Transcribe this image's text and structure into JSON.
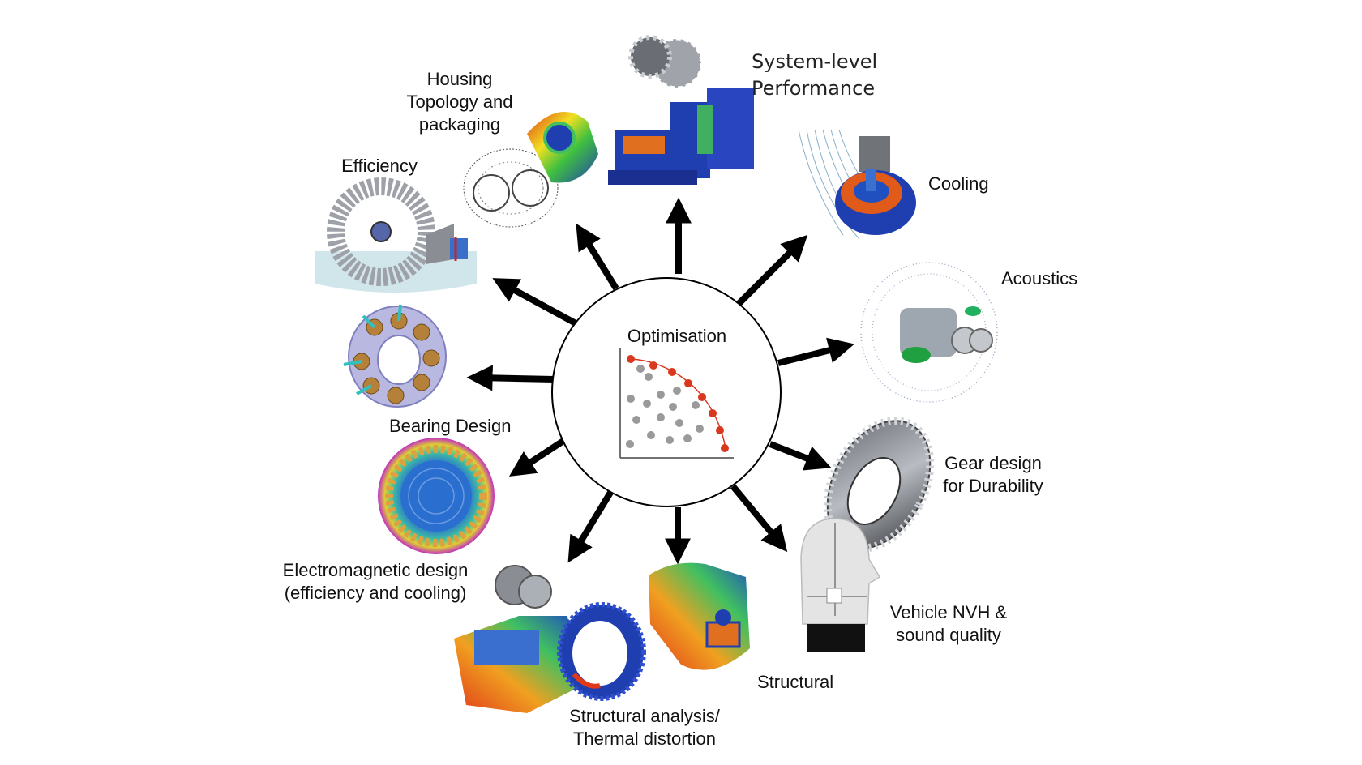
{
  "center": {
    "title": "Optimisation"
  },
  "labels": {
    "housing": [
      "Housing",
      "Topology and",
      "packaging"
    ],
    "system": [
      "System-level",
      "Performance"
    ],
    "efficiency": [
      "Efficiency"
    ],
    "cooling": [
      "Cooling"
    ],
    "acoustics": [
      "Acoustics"
    ],
    "bearing": [
      "Bearing Design"
    ],
    "gear": [
      "Gear design",
      "for Durability"
    ],
    "electromagnetic": [
      "Electromagnetic design",
      "(efficiency and cooling)"
    ],
    "nvh": [
      "Vehicle NVH &",
      "sound quality"
    ],
    "structural": [
      "Structural"
    ],
    "thermal": [
      "Structural analysis/",
      "Thermal distortion"
    ]
  },
  "colors": {
    "pareto": "#d9381e",
    "points": "#9a9a9a",
    "arrow": "#000000",
    "fe_blue": "#1f3fb0",
    "fe_red": "#e03a1a",
    "fe_green": "#40c040",
    "fe_yellow": "#f0e020",
    "steel": "#9ea2a8",
    "bronze": "#b5803a"
  },
  "icons": {
    "housing": "housing-topology-fe-image",
    "system": "drivetrain-system-image",
    "efficiency": "bevel-gear-efficiency-image",
    "cooling": "motor-cooling-streamlines-image",
    "acoustics": "gearbox-acoustics-image",
    "bearing": "ball-bearing-image",
    "gear": "spiral-bevel-gear-image",
    "electromagnetic": "electric-motor-flux-image",
    "nvh": "dummy-head-microphone-image",
    "structural": "gearbox-housing-fe-image",
    "thermal": "edrive-thermal-fe-image"
  }
}
